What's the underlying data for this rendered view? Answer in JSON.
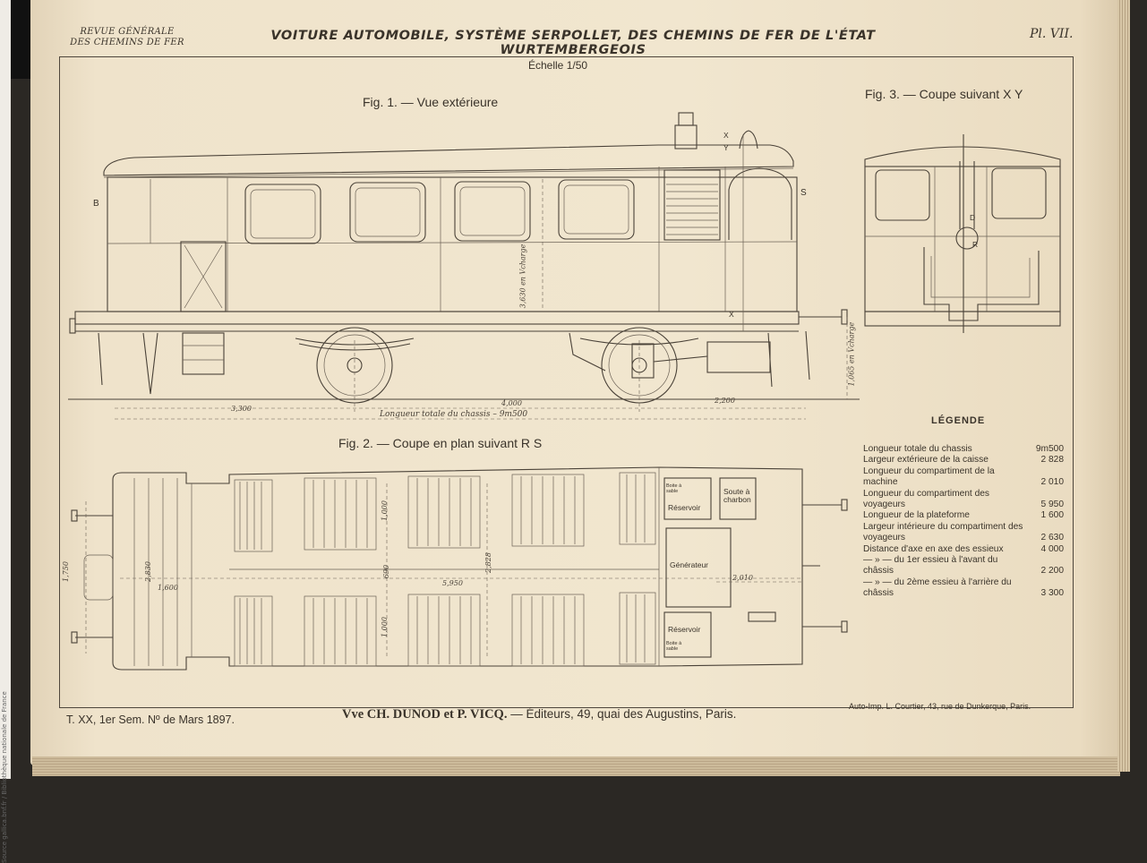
{
  "header": {
    "journal_line1": "REVUE GÉNÉRALE",
    "journal_line2": "DES CHEMINS DE FER",
    "title": "VOITURE AUTOMOBILE, SYSTÈME SERPOLLET, DES CHEMINS DE FER DE L'ÉTAT WURTEMBERGEOIS",
    "plate": "Pl. VII."
  },
  "scale": "Échelle 1/50",
  "figures": {
    "fig1": "Fig. 1. — Vue extérieure",
    "fig2": "Fig. 2. — Coupe en plan suivant R S",
    "fig3": "Fig. 3. — Coupe suivant X Y"
  },
  "drawing_labels": {
    "b": "B",
    "s": "S",
    "x_top": "X",
    "y_top": "Y",
    "x_bottom": "X",
    "d": "D",
    "r": "R",
    "reservoir_top": "Réservoir",
    "reservoir_bottom": "Réservoir",
    "soute": "Soute à charbon",
    "generateur": "Générateur",
    "boite_top": "Boite à sable",
    "boite_bottom": "Boite à sable"
  },
  "dimensions": {
    "d1": "3,300",
    "d2": "4,000",
    "d3": "2,200",
    "total": "Longueur totale du chassis – 9m500",
    "height_car": "3,630 en Vcharge",
    "height_right": "1,065 en Vcharge",
    "plan_1750": "1,750",
    "plan_2830": "2,830",
    "plan_1600": "1,600",
    "plan_5950": "5,950",
    "plan_2828": "2,828",
    "plan_1000a": "1,000",
    "plan_1000b": "1,000",
    "plan_690": "690",
    "plan_2010": "2,010"
  },
  "legend": {
    "title": "LÉGENDE",
    "rows": [
      {
        "label": "Longueur totale du chassis",
        "value": "9m500"
      },
      {
        "label": "Largeur extérieure de la caisse",
        "value": "2 828"
      },
      {
        "label": "Longueur du compartiment de la machine",
        "value": "2 010"
      },
      {
        "label": "Longueur du compartiment des voyageurs",
        "value": "5 950"
      },
      {
        "label": "Longueur de la plateforme",
        "value": "1 600"
      },
      {
        "label": "Largeur intérieure du compartiment des voyageurs",
        "value": "2 630"
      },
      {
        "label": "Distance d'axe en axe des essieux",
        "value": "4 000"
      },
      {
        "label": "— » — du 1er essieu à l'avant du châssis",
        "value": "2 200"
      },
      {
        "label": "— » — du 2ème essieu à l'arrière du châssis",
        "value": "3 300"
      }
    ]
  },
  "footer": {
    "left": "T. XX, 1er Sem. Nº de Mars 1897.",
    "publisher": "Vve CH. DUNOD et P. VICQ.",
    "publisher_rest": " — Éditeurs, 49, quai des Augustins, Paris.",
    "printer": "Auto-Imp. L. Courtier, 43, rue de Dunkerque, Paris.",
    "sidenote": "Source gallica.bnf.fr / Bibliothèque nationale de France"
  }
}
